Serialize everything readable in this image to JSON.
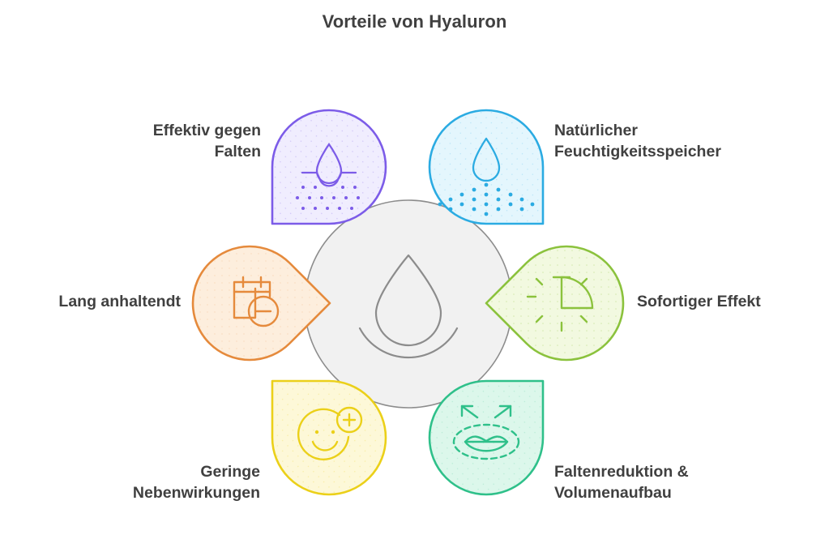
{
  "title": "Vorteile von Hyaluron",
  "center": {
    "icon": "water-droplet-icon",
    "fill": "#F1F1F1",
    "stroke": "#8C8C8C"
  },
  "colors": {
    "text": "#404040",
    "background": "#FFFFFF"
  },
  "benefits": [
    {
      "id": "wrinkles",
      "label": "Effektiv gegen\nFalten",
      "icon": "droplet-skin-layer-icon",
      "stroke": "#7C5CE8",
      "fill": "#F0EDFE",
      "position": "top-left",
      "align": "right"
    },
    {
      "id": "moisture",
      "label": "Natürlicher\nFeuchtigkeitsspeicher",
      "icon": "droplet-moisture-spray-icon",
      "stroke": "#2BABE2",
      "fill": "#E4F6FD",
      "position": "top-right",
      "align": "left"
    },
    {
      "id": "instant",
      "label": "Sofortiger Effekt",
      "icon": "sunrise-clock-icon",
      "stroke": "#8BC23D",
      "fill": "#F2F9E0",
      "position": "right",
      "align": "left"
    },
    {
      "id": "volume",
      "label": "Faltenreduktion &\nVolumenaufbau",
      "icon": "lips-volume-arrows-icon",
      "stroke": "#2FC08A",
      "fill": "#DCF7EB",
      "position": "bottom-right",
      "align": "left"
    },
    {
      "id": "side-effects",
      "label": "Geringe\nNebenwirkungen",
      "icon": "smiley-plus-icon",
      "stroke": "#EBD019",
      "fill": "#FDF8D8",
      "position": "bottom-left",
      "align": "right"
    },
    {
      "id": "long-lasting",
      "label": "Lang anhaltendt",
      "icon": "calendar-minus-icon",
      "stroke": "#E58A3C",
      "fill": "#FDEEDD",
      "position": "left",
      "align": "right"
    }
  ]
}
